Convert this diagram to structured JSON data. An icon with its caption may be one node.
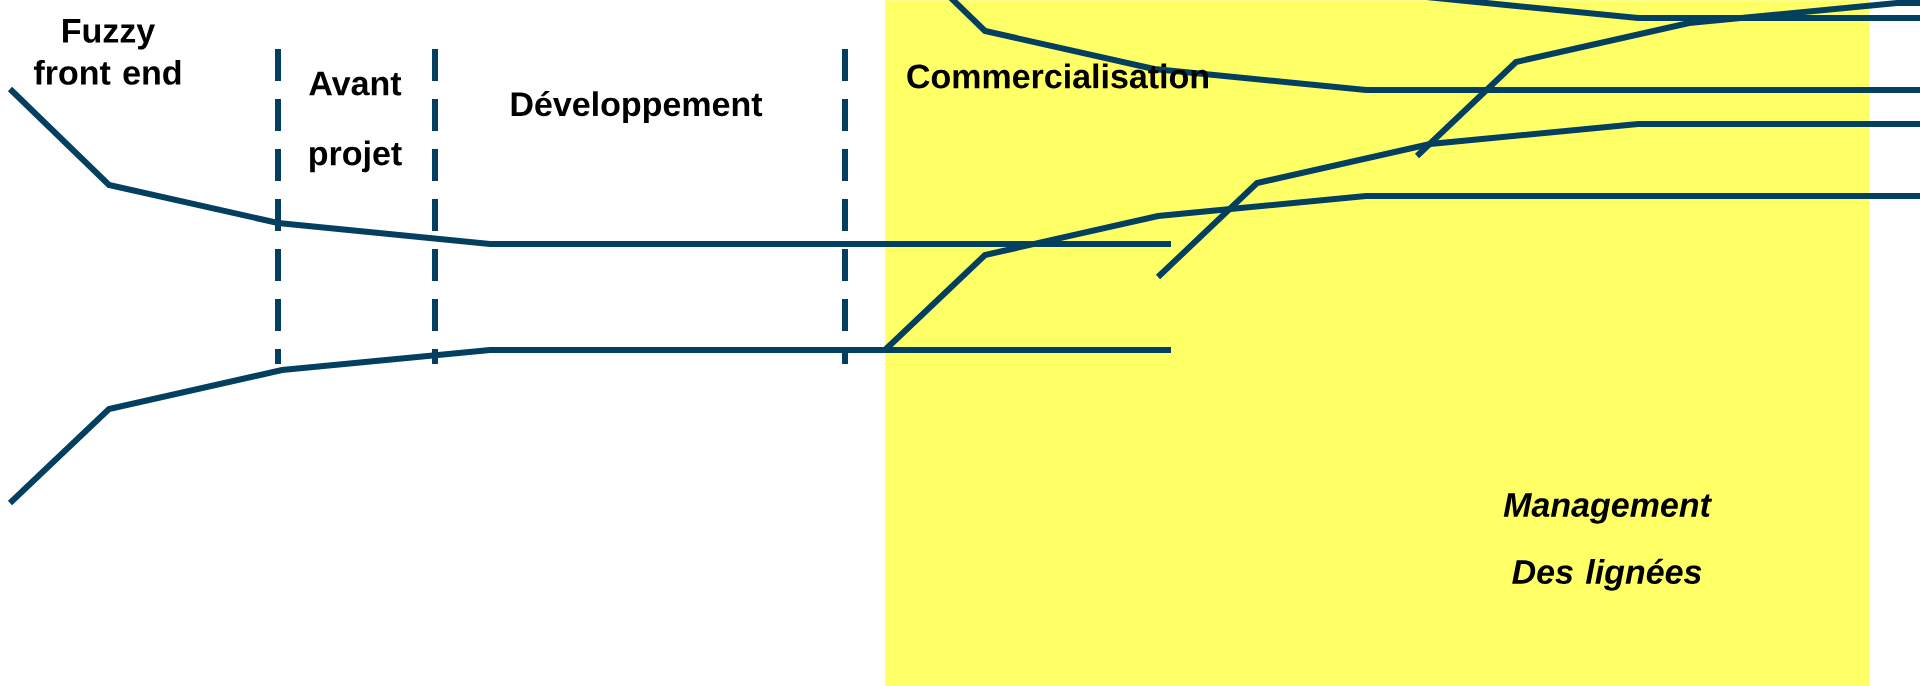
{
  "diagram": {
    "nodes": [
      {
        "text": [
          "Management Des lignées"
        ]
      }
    ],
    "labels": [
      "Fuzzy front end",
      "Avant projet",
      "Développement",
      "Commercialisation"
    ]
  }
}
